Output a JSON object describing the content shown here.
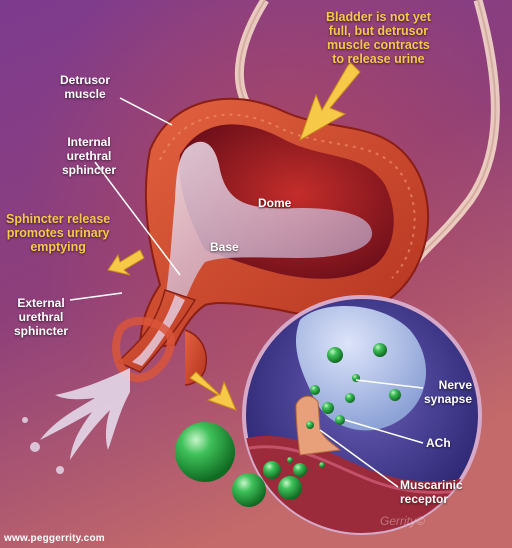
{
  "labels": {
    "note_top": [
      "Bladder is not yet",
      "full, but detrusor",
      "muscle contracts",
      "to release urine"
    ],
    "detrusor": [
      "Detrusor",
      "muscle"
    ],
    "internal": [
      "Internal",
      "urethral",
      "sphincter"
    ],
    "release": [
      "Sphincter release",
      "promotes urinary",
      "emptying"
    ],
    "external": [
      "External",
      "urethral",
      "sphincter"
    ],
    "dome": "Dome",
    "base": "Base",
    "nerve": [
      "Nerve",
      "synapse"
    ],
    "ach": "ACh",
    "receptor": [
      "Muscarinic",
      "receptor"
    ]
  },
  "footer": {
    "website": "www.peggerrity.com",
    "signature": "Gerrity©"
  },
  "colors": {
    "accent_yellow": "#f7c948",
    "muscle": "#c8402a",
    "background_top": "#7a3a8c",
    "ach_green": "#2fae4a"
  }
}
